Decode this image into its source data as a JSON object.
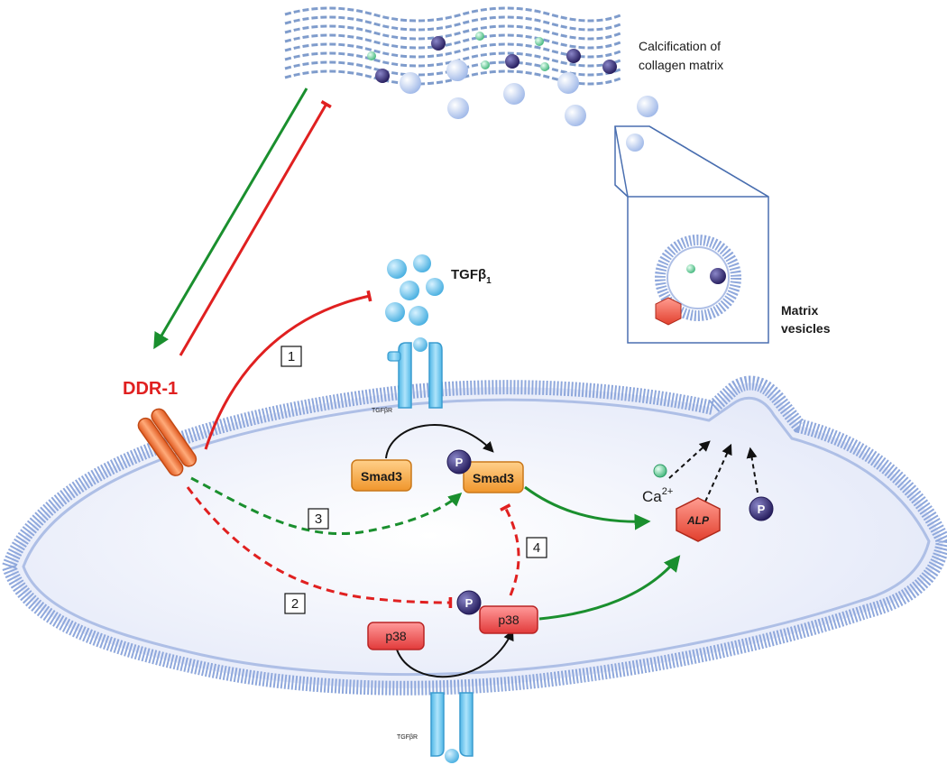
{
  "labels": {
    "calcification_line1": "Calcification of",
    "calcification_line2": "collagen matrix",
    "tgf_main": "TGFβ",
    "tgf_sub": "1",
    "matrix_line1": "Matrix",
    "matrix_line2": "vesicles",
    "ddr1": "DDR-1",
    "receptor_top": "TGFβR",
    "receptor_bottom": "TGFβR",
    "smad3_free": "Smad3",
    "smad3_phos": "Smad3",
    "p38_free": "p38",
    "p38_phos": "p38",
    "phospho": "P",
    "ca": "Ca",
    "ca_sup": "2+",
    "alp": "ALP",
    "pathway_1": "1",
    "pathway_2": "2",
    "pathway_3": "3",
    "pathway_4": "4"
  },
  "colors": {
    "membrane": "#8fa8dc",
    "cytoplasm": "#eef0fa",
    "activation": "#1a8f2e",
    "inhibition": "#e02020",
    "receptor": "#6fc8ec",
    "ddr1": "#f07a3a",
    "smad3": "#f4a33c",
    "p38": "#ef4a4a",
    "vesicle": "#b9cdf0",
    "phosphate": "#3b2f7a",
    "calcium": "#7fd6a8"
  }
}
